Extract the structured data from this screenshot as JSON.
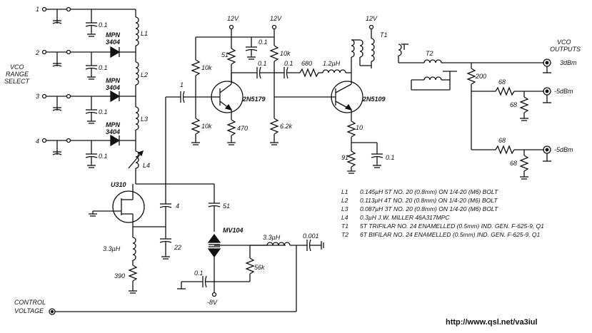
{
  "range_select": {
    "label_lines": [
      "VCO",
      "RANGE",
      "SELECT"
    ],
    "positions": [
      "1",
      "2",
      "3",
      "4"
    ]
  },
  "supply": {
    "v1": "12V",
    "v2": "12V",
    "v3": "12V",
    "neg": "-8V"
  },
  "components": {
    "c_sel1": "0.1",
    "c_sel2": "0.1",
    "c_sel3": "0.1",
    "c_sel4": "0.1",
    "d_name": "MPN",
    "d_part": "3404",
    "l1": "L1",
    "l2": "L2",
    "l3": "L3",
    "l4": "L4",
    "fet": "U310",
    "c_coup": "1",
    "r10k_a": "10k",
    "r10k_b": "10k",
    "r10k_c": "10k",
    "r51": "51",
    "c01_a": "0.1",
    "c01_b": "0.1",
    "c01_c": "0.1",
    "r680": "680",
    "l12": "1.2µH",
    "q1": "2N5179",
    "q2": "2N5109",
    "r470": "470",
    "r62k": "6.2k",
    "r10": "10",
    "r91": "91",
    "c01_d": "0.1",
    "c4": "4",
    "c22": "22",
    "c51": "51",
    "varactor": "MV104",
    "l33a": "3.3µH",
    "l33b": "3.3µH",
    "c0001": "0.001",
    "r56k": "56k",
    "c01_e": "0.1",
    "r390": "390",
    "t1": "T1",
    "t2": "T2",
    "r200": "200",
    "r68a": "68",
    "r68b": "68",
    "r68c": "68",
    "r68d": "68"
  },
  "outputs": {
    "title_lines": [
      "VCO",
      "OUTPUTS"
    ],
    "out1": "3dBm",
    "out2": "-5dBm",
    "out3": "-5dBm"
  },
  "control": {
    "lines": [
      "CONTROL",
      "VOLTAGE"
    ]
  },
  "notes": [
    {
      "ref": "L1",
      "text": "0.145µH   5T NO. 20 (0.8mm) ON 1/4-20 (M6) BOLT"
    },
    {
      "ref": "L2",
      "text": "0.113µH   4T NO. 20 (0.8mm) ON 1/4-20 (M6) BOLT"
    },
    {
      "ref": "L3",
      "text": "0.087µH   3T NO. 20 (0.8mm) ON 1/4-20 (M6) BOLT"
    },
    {
      "ref": "L4",
      "text": "0.3µH  J.W. MILLER  46A317MPC"
    },
    {
      "ref": "T1",
      "text": "5T TRIFILAR NO. 24 ENAMELLED (0.5mm) IND. GEN. F-625-9, Q1"
    },
    {
      "ref": "T2",
      "text": "6T BIFILAR NO. 24 ENAMELLED (0.5mm) IND. GEN. F-625-9, Q1"
    }
  ],
  "footer_url": "http://www.qsl.net/va3iul"
}
